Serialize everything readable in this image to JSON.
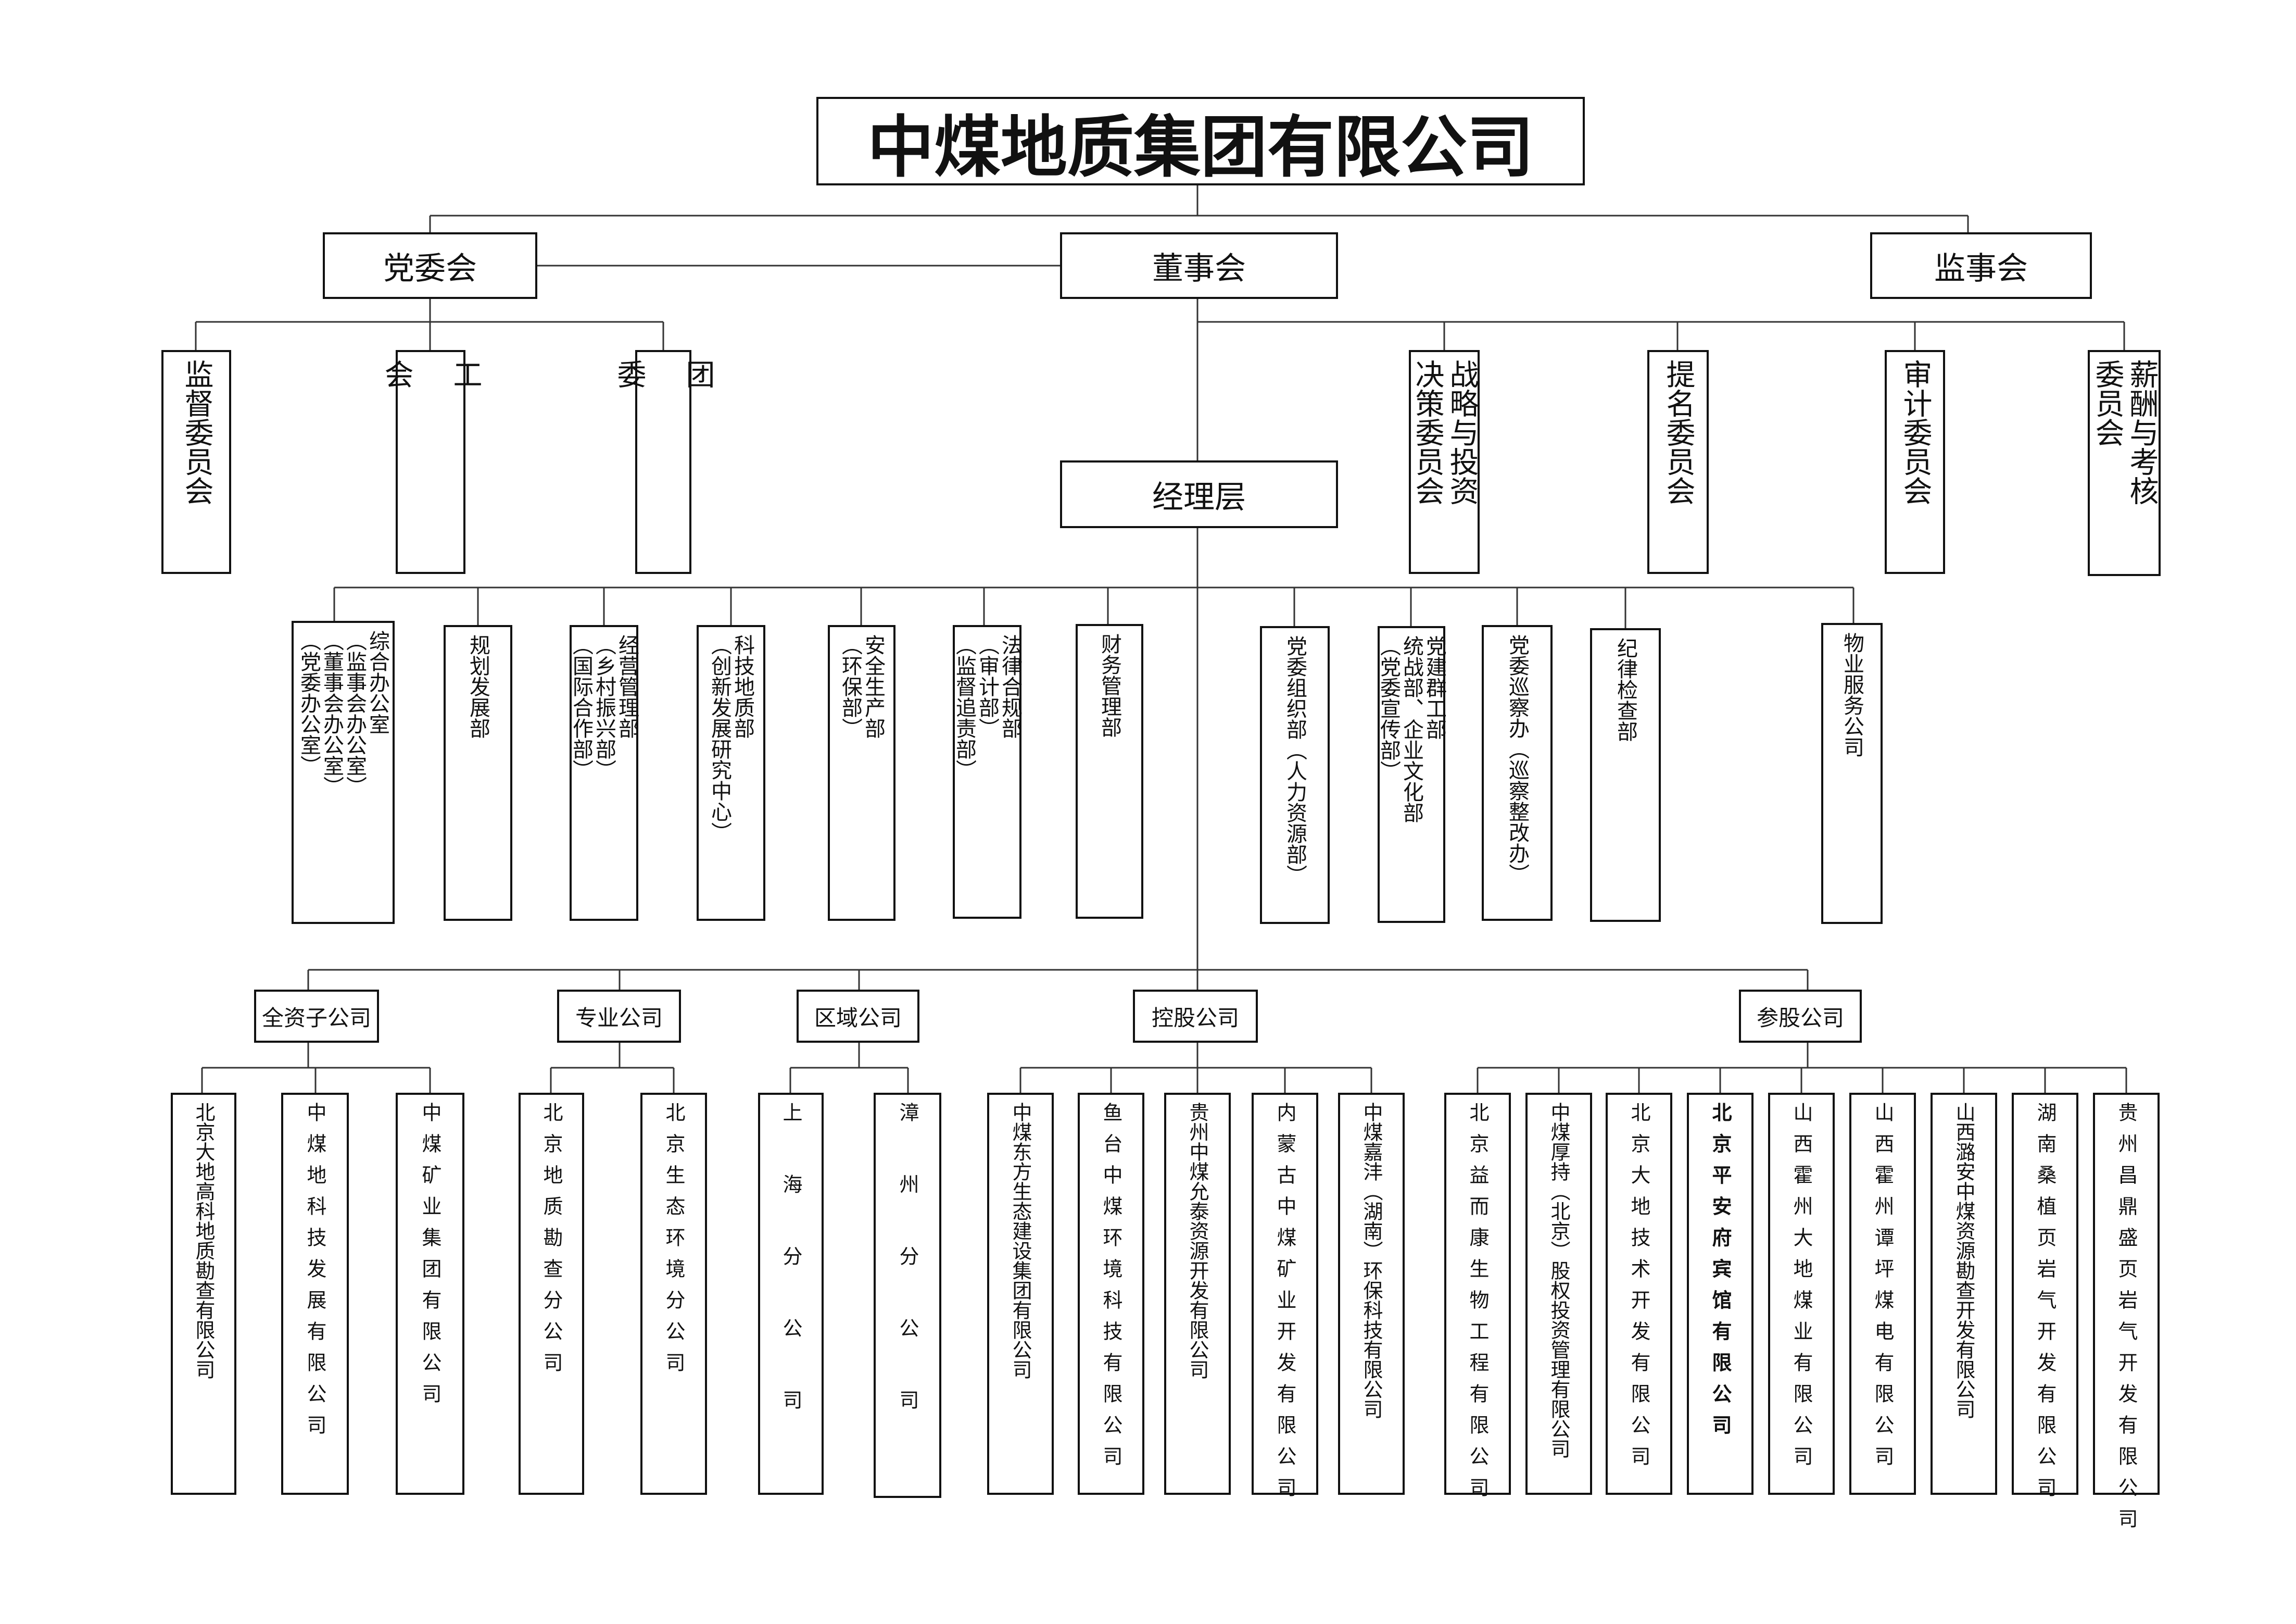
{
  "root": "中煤地质集团有限公司",
  "level1": {
    "party_committee": "党委会",
    "board": "董事会",
    "supervisory_board": "监事会"
  },
  "party_units": {
    "supervision_committee": "监督委员会",
    "trade_union": "工\n\n会",
    "youth_league": "团\n\n委"
  },
  "board_committees": {
    "strategy": "战略与投资\n决策委员会",
    "nomination": "提名委员会",
    "audit": "审计委员会",
    "compensation": "薪酬与考核\n委员会"
  },
  "management": "经理层",
  "departments": {
    "general_office": "综合办公室\n（监事会办公室）\n（董事会办公室）\n（党委办公室）",
    "planning": "规划发展部",
    "operations": "经营管理部\n（乡村振兴部）\n（国际合作部）",
    "technology": "科技地质部\n（创新发展研究中心）",
    "safety": "安全生产部\n（环保部）",
    "legal": "法律合规部\n（审计部）\n（监督追责部）",
    "finance": "财务管理部",
    "party_organization": "党委组织部（人力资源部）",
    "party_building": "党建群工部\n统战部、企业文化部\n（党委宣传部）",
    "inspection": "党委巡察办（巡察整改办）",
    "discipline": "纪律检查部",
    "property": "物业服务公司"
  },
  "company_groups": {
    "wholly_owned": "全资子公司",
    "professional": "专业公司",
    "regional": "区域公司",
    "holding": "控股公司",
    "participating": "参股公司"
  },
  "companies": {
    "wholly_owned": [
      "北京大地高科地质勘查有限公司",
      "中煤地科技发展有限公司",
      "中煤矿业集团有限公司"
    ],
    "professional": [
      "北京地质勘查分公司",
      "北京生态环境分公司"
    ],
    "regional": [
      "上海分公司",
      "漳州分公司"
    ],
    "holding": [
      "中煤东方生态建设集团有限公司",
      "鱼台中煤环境科技有限公司",
      "贵州中煤允泰资源开发有限公司",
      "内蒙古中煤矿业开发有限公司",
      "中煤嘉沣（湖南）环保科技有限公司"
    ],
    "participating": [
      "北京益而康生物工程有限公司",
      "中煤厚持（北京）股权投资管理有限公司",
      "北京大地技术开发有限公司",
      "北京平安府宾馆有限公司",
      "山西霍州大地煤业有限公司",
      "山西霍州谭坪煤电有限公司",
      "山西潞安中煤资源勘查开发有限公司",
      "湖南桑植页岩气开发有限公司",
      "贵州昌鼎盛页岩气开发有限公司"
    ]
  }
}
